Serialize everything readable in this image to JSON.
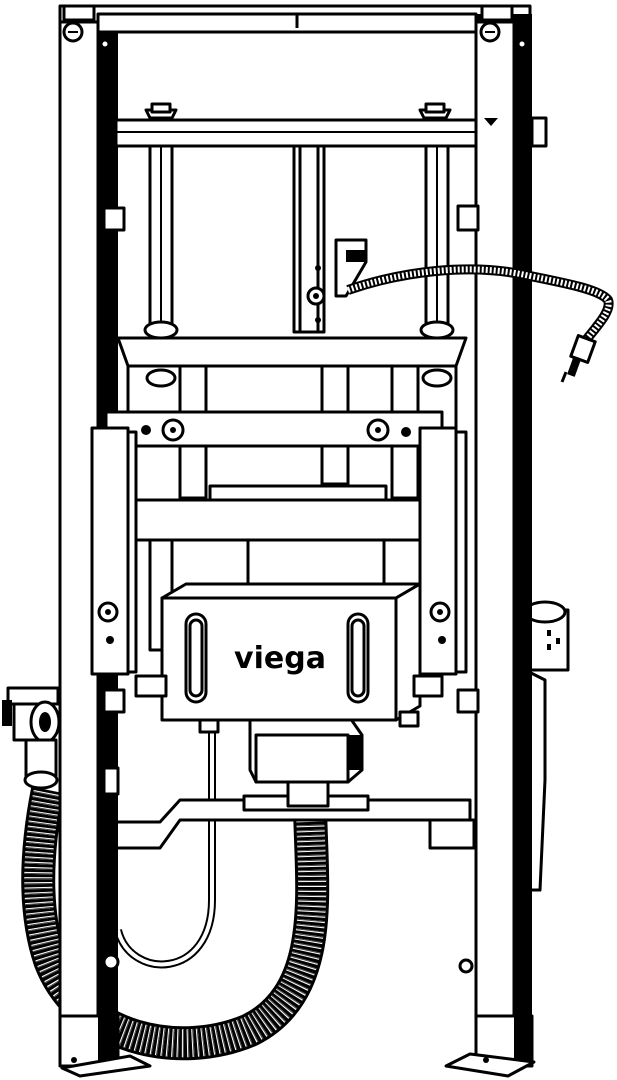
{
  "diagram": {
    "brand_label": "viega",
    "colors": {
      "line": "#000000",
      "background": "#ffffff"
    },
    "parts": [
      "mounting-frame",
      "adjustment-plate",
      "cistern-box",
      "flex-hose",
      "drain-pipe",
      "connection-cable",
      "floor-foot-left",
      "floor-foot-right"
    ]
  }
}
